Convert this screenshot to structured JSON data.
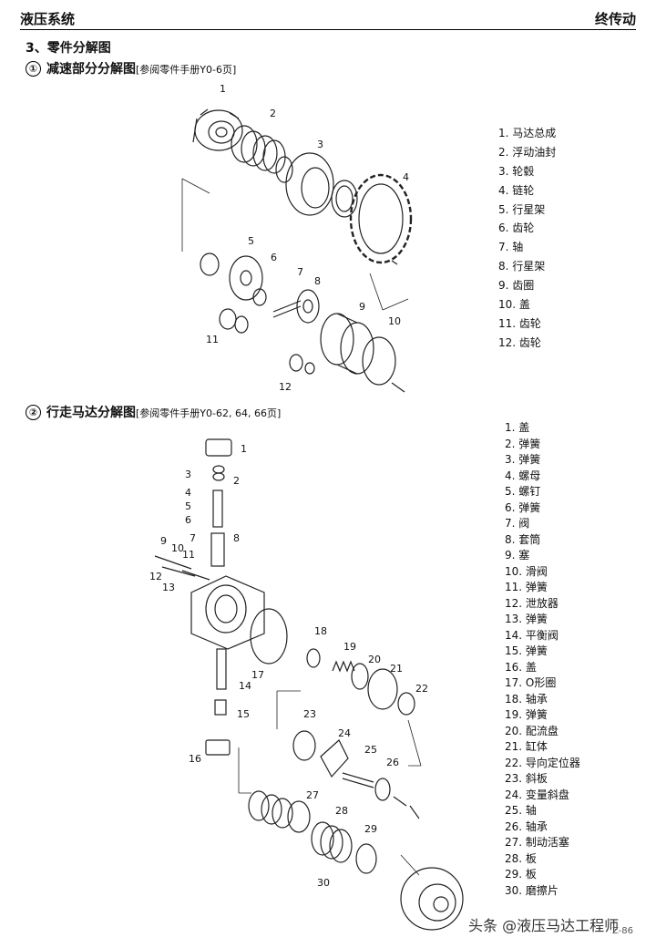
{
  "header": {
    "left": "液压系统",
    "right": "终传动"
  },
  "section": {
    "title": "3、零件分解图"
  },
  "sub1": {
    "num": "①",
    "title": "减速部分分解图",
    "ref": "[参阅零件手册Y0-6页]"
  },
  "sub2": {
    "num": "②",
    "title": "行走马达分解图",
    "ref": "[参阅零件手册Y0-62, 64, 66页]"
  },
  "legend1": [
    "1. 马达总成",
    "2. 浮动油封",
    "3. 轮毂",
    "4. 链轮",
    "5. 行星架",
    "6. 齿轮",
    "7. 轴",
    "8. 行星架",
    "9. 齿圈",
    "10. 盖",
    "11. 齿轮",
    "12. 齿轮"
  ],
  "legend2": [
    "1. 盖",
    "2. 弹簧",
    "3. 弹簧",
    "4. 螺母",
    "5. 螺钉",
    "6. 弹簧",
    "7. 阀",
    "8. 套筒",
    "9. 塞",
    "10. 滑阀",
    "11. 弹簧",
    "12. 泄放器",
    "13. 弹簧",
    "14. 平衡阀",
    "15. 弹簧",
    "16. 盖",
    "17. O形圈",
    "18. 轴承",
    "19. 弹簧",
    "20. 配流盘",
    "21. 缸体",
    "22. 导向定位器",
    "23. 斜板",
    "24. 变量斜盘",
    "25. 轴",
    "26. 轴承",
    "27. 制动活塞",
    "28. 板",
    "29. 板",
    "30. 磨擦片"
  ],
  "callouts1": [
    "1",
    "2",
    "3",
    "4",
    "5",
    "6",
    "7",
    "8",
    "9",
    "10",
    "11",
    "12"
  ],
  "callouts2": [
    "1",
    "2",
    "3",
    "4",
    "5",
    "6",
    "7",
    "8",
    "9",
    "10",
    "11",
    "12",
    "13",
    "14",
    "15",
    "16",
    "17",
    "18",
    "19",
    "20",
    "21",
    "22",
    "23",
    "24",
    "25",
    "26",
    "27",
    "28",
    "29",
    "30"
  ],
  "watermark": "头条 @液压马达工程师",
  "page_number": "Z-86"
}
